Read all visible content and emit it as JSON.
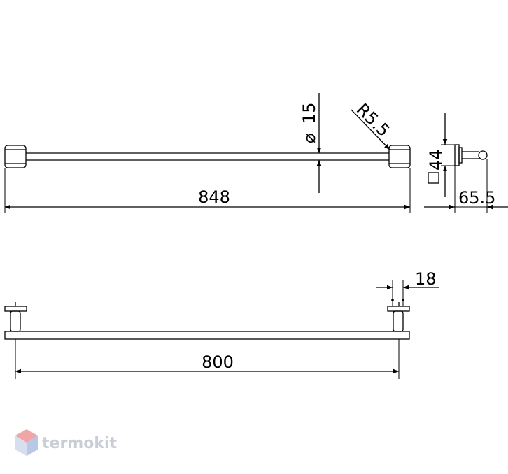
{
  "dimensions": {
    "overall_length": "848",
    "bar_diameter_symbol": "⌀",
    "bar_diameter": "15",
    "end_radius": "R5.5",
    "flange_size": "44",
    "projection": "65.5",
    "mount_spacing": "800",
    "flange_depth": "18"
  },
  "watermark": {
    "text": "termokit"
  },
  "colors": {
    "line": "#000000",
    "watermark": "#c9ced6",
    "logo_red": "#f2a5a5",
    "logo_blue": "#b7c9e6"
  }
}
